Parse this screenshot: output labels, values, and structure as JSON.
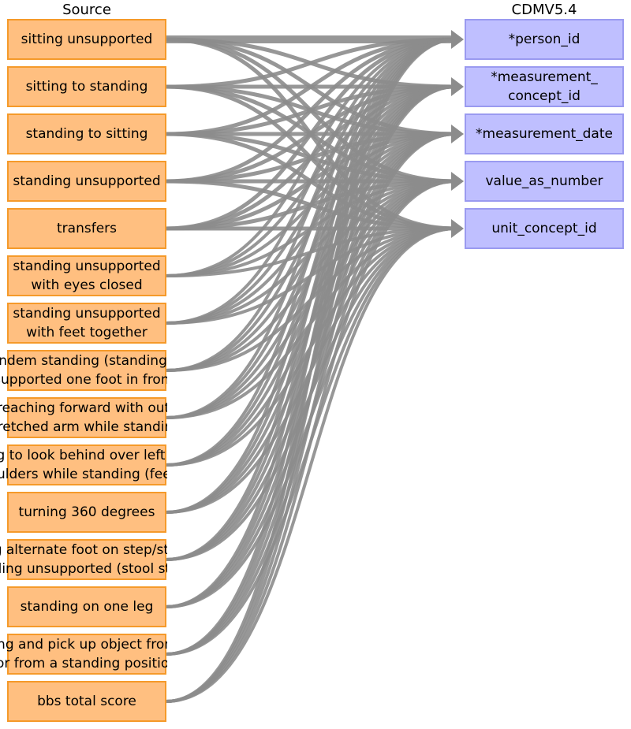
{
  "source_title": "Source",
  "target_title": "CDMV5.4",
  "colors": {
    "source_fill": "#ffbf80",
    "source_stroke": "#f59a2a",
    "target_fill": "#bfbfff",
    "target_stroke": "#9a9af0",
    "edge": "#8c8c8c"
  },
  "sources": [
    {
      "id": "s1",
      "lines": [
        "sitting unsupported"
      ]
    },
    {
      "id": "s2",
      "lines": [
        "sitting to standing"
      ]
    },
    {
      "id": "s3",
      "lines": [
        "standing to sitting"
      ]
    },
    {
      "id": "s4",
      "lines": [
        "standing unsupported"
      ]
    },
    {
      "id": "s5",
      "lines": [
        "transfers"
      ]
    },
    {
      "id": "s6",
      "lines": [
        "standing unsupported",
        "with eyes closed"
      ]
    },
    {
      "id": "s7",
      "lines": [
        "standing unsupported",
        "with feet together"
      ]
    },
    {
      "id": "s8",
      "lines": [
        "tandem standing (standing un",
        "supported one foot in front)"
      ]
    },
    {
      "id": "s9",
      "lines": [
        "reaching forward with outs",
        "tretched arm while standing"
      ]
    },
    {
      "id": "s10",
      "lines": [
        "turning to look behind over left and rig",
        "ht shoulders while standing (feet fixed)"
      ]
    },
    {
      "id": "s11",
      "lines": [
        "turning 360 degrees"
      ]
    },
    {
      "id": "s12",
      "lines": [
        "placing alternate foot on step/stool whil",
        "e standing unsupported (stool stepping)"
      ]
    },
    {
      "id": "s13",
      "lines": [
        "standing on one leg"
      ]
    },
    {
      "id": "s14",
      "lines": [
        "retrieving and pick up object from the flo",
        "or from a standing position"
      ]
    },
    {
      "id": "s15",
      "lines": [
        "bbs total score"
      ]
    }
  ],
  "targets": [
    {
      "id": "t1",
      "lines": [
        "*person_id"
      ]
    },
    {
      "id": "t2",
      "lines": [
        "*measurement_",
        "concept_id"
      ]
    },
    {
      "id": "t3",
      "lines": [
        "*measurement_date"
      ]
    },
    {
      "id": "t4",
      "lines": [
        "value_as_number"
      ]
    },
    {
      "id": "t5",
      "lines": [
        "unit_concept_id"
      ]
    }
  ],
  "edges_from_every_source_to": [
    "t1",
    "t2",
    "t3",
    "t4",
    "t5"
  ]
}
